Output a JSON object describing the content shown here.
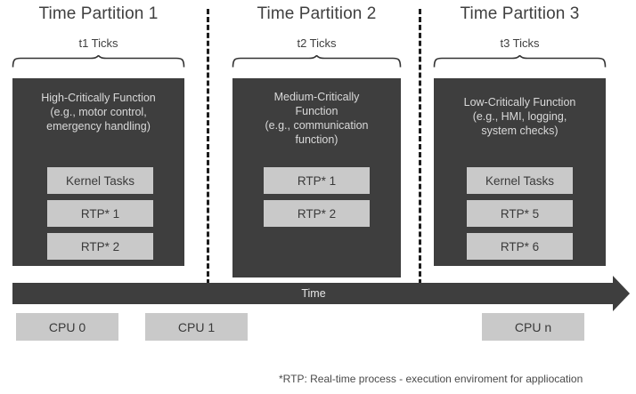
{
  "diagram": {
    "title_row": [
      {
        "title": "Time Partition 1",
        "ticks": "t1 Ticks"
      },
      {
        "title": "Time Partition 2",
        "ticks": "t2 Ticks"
      },
      {
        "title": "Time Partition 3",
        "ticks": "t3 Ticks"
      }
    ],
    "partitions": [
      {
        "name": "partition-1",
        "caption": "High-Critically Function\n(e.g., motor control,\nemergency handling)",
        "tasks": [
          "Kernel Tasks",
          "RTP* 1",
          "RTP* 2"
        ]
      },
      {
        "name": "partition-2",
        "caption": "Medium-Critically\nFunction\n(e.g., communication\nfunction)",
        "tasks": [
          "RTP* 1",
          "RTP* 2"
        ]
      },
      {
        "name": "partition-3",
        "caption": "Low-Critically Function\n(e.g., HMI, logging,\nsystem checks)",
        "tasks": [
          "Kernel Tasks",
          "RTP* 5",
          "RTP* 6"
        ]
      }
    ],
    "time_axis": {
      "label": "Time"
    },
    "cpus": [
      {
        "label": "CPU 0"
      },
      {
        "label": "CPU 1"
      },
      {
        "label": "CPU n"
      }
    ],
    "footnote": "*RTP: Real-time process - execution enviroment for appliocation",
    "colors": {
      "partition_fill": "#3e3e3e",
      "task_fill": "#c9c9c9",
      "dark_text": "#3a3a3a",
      "light_text": "#d9d9d9",
      "divider": "#1d1d1d"
    }
  }
}
